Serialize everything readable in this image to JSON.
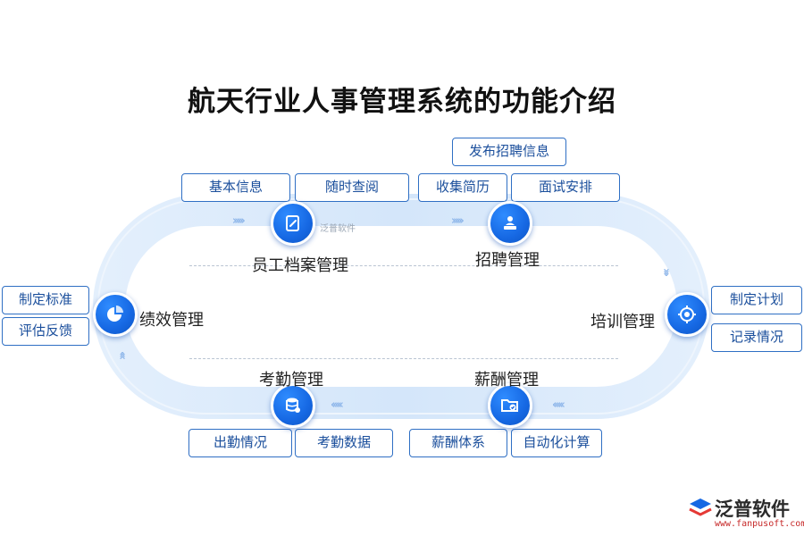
{
  "title": "航天行业人事管理系统的功能介绍",
  "nodes": {
    "archives": {
      "label": "员工档案管理",
      "icon": "edit-document-icon"
    },
    "recruit": {
      "label": "招聘管理",
      "icon": "interviewer-icon"
    },
    "training": {
      "label": "培训管理",
      "icon": "target-icon"
    },
    "salary": {
      "label": "薪酬管理",
      "icon": "folder-check-icon"
    },
    "attendance": {
      "label": "考勤管理",
      "icon": "database-icon"
    },
    "performance": {
      "label": "绩效管理",
      "icon": "pie-chart-icon"
    }
  },
  "tags": {
    "archives": [
      "基本信息",
      "随时查阅"
    ],
    "recruit_top": "发布招聘信息",
    "recruit": [
      "收集简历",
      "面试安排"
    ],
    "training": [
      "制定计划",
      "记录情况"
    ],
    "salary": [
      "薪酬体系",
      "自动化计算"
    ],
    "attendance": [
      "出勤情况",
      "考勤数据"
    ],
    "performance": [
      "制定标准",
      "评估反馈"
    ]
  },
  "watermark": "泛普软件",
  "logo": {
    "name": "泛普软件",
    "url": "www.fanpusoft.com"
  },
  "colors": {
    "accent": "#1668e3",
    "tag_border": "#2f6fc4",
    "track": "#d6e8fb"
  }
}
